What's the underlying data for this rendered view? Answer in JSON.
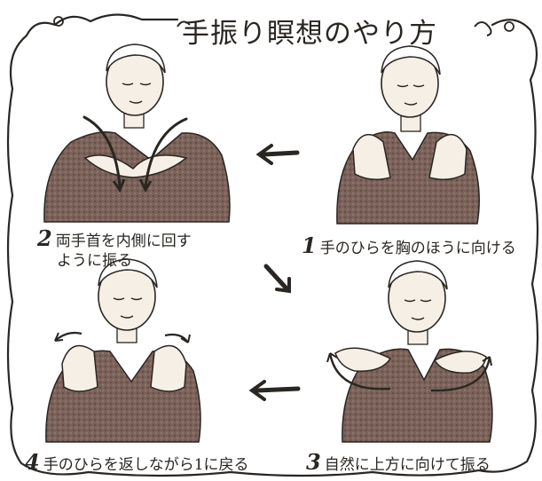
{
  "title": "手振り瞑想のやり方",
  "steps": [
    {
      "number": "1",
      "text": "手のひらを胸のほうに向ける"
    },
    {
      "number": "2",
      "text_line1": "両手首を内側に回す",
      "text_line2": "ように振る"
    },
    {
      "number": "3",
      "text": "自然に上方に向けて振る"
    },
    {
      "number": "4",
      "text": "手のひらを返しながら1に戻る"
    }
  ],
  "colors": {
    "ink": "#2a2622",
    "sweater": "#7b625a",
    "skin": "#f6efe6",
    "paper": "#ffffff"
  }
}
